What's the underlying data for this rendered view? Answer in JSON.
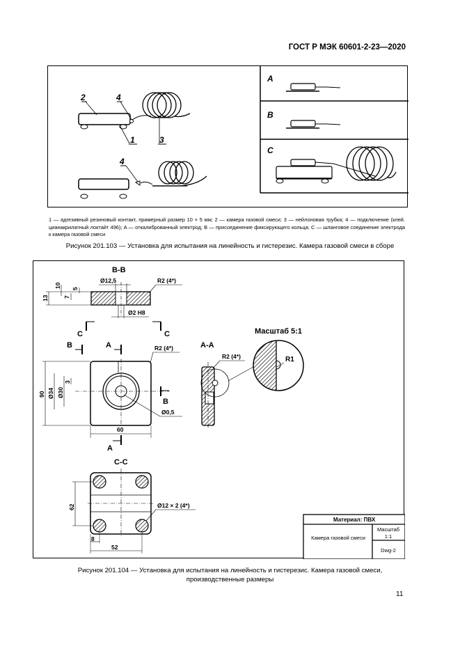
{
  "header": {
    "standard": "ГОСТ Р МЭК 60601-2-23—2020"
  },
  "figure1": {
    "callouts": [
      "1",
      "2",
      "3",
      "4"
    ],
    "panels": [
      "A",
      "B",
      "C"
    ],
    "notes": "1 — адгезивный резиновый контакт, примерный размер 10 × 5 мм; 2 — камера газовой смеси; 3 — нейлоновая трубка; 4 — подключение (клей. цианакрилатный локтайт 496); A — откалиброванный электрод; B — присоединение фиксирующего кольца; C — шланговое соединение электрода к камера газовой смеси",
    "caption": "Рисунок 201.103 — Установка для испытания на линейность и гистерезис. Камера газовой смеси в сборе"
  },
  "figure2": {
    "views": {
      "bb": "B-B",
      "aa": "A-A",
      "cc": "C-C",
      "scale": "Масштаб 5:1"
    },
    "section_marks": {
      "a": "A",
      "b": "B",
      "c": "C"
    },
    "dims": {
      "d12_5": "Ø12,5",
      "r2_top": "R2 (4*)",
      "d2h8": "Ø2 H8",
      "d10": "10",
      "d5": "5",
      "d7": "7",
      "d13": "13",
      "r2_mid": "R2 (4*)",
      "d90": "90",
      "d34": "Ø34",
      "d30": "Ø30",
      "d3": "3",
      "d0_5": "Ø0,5",
      "d60": "60",
      "r2_aa": "R2 (4*)",
      "r1": "R1",
      "d62": "62",
      "d8": "8",
      "d52": "52",
      "d12x2": "Ø12 × 2 (4*)"
    },
    "title_block": {
      "material": "Материал: ПВХ",
      "part": "Камера газовой смеси",
      "scale_label": "Масштаб",
      "scale_value": "1:1",
      "drawing": "Dwg-2"
    },
    "caption_line1": "Рисунок 201.104 — Установка для испытания на линейность и гистерезис. Камера газовой смеси,",
    "caption_line2": "производственные размеры"
  },
  "page_number": "11"
}
